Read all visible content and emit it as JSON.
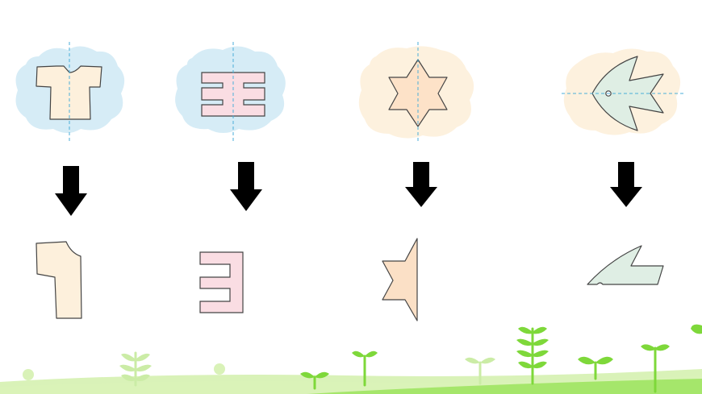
{
  "diagram": {
    "colors": {
      "cloud_blue": "#d6ecf6",
      "cloud_cream": "#fdf1de",
      "shirt_fill": "#fdf0dc",
      "comb_fill": "#fadde3",
      "star_fill": "#fde2c8",
      "star_half_fill": "#fbe0c6",
      "fish_fill": "#dfeee4",
      "outline": "#444444",
      "axis_line": "#4aaed8",
      "arrow": "#000000",
      "grass": "#8ee04a",
      "grass_light": "#d9f2b8",
      "sprout": "#7ed83a",
      "sprout_faded": "#cbeca6"
    },
    "panels": [
      {
        "shape_icon": "shirt-icon",
        "cloud_color": "cloud_blue",
        "half_icon": "half-shirt-icon",
        "symmetry_axis": "vertical"
      },
      {
        "shape_icon": "comb-pattern-icon",
        "cloud_color": "cloud_blue",
        "half_icon": "half-comb-pattern-icon",
        "symmetry_axis": "vertical"
      },
      {
        "shape_icon": "six-point-star-icon",
        "cloud_color": "cloud_cream",
        "half_icon": "half-star-icon",
        "symmetry_axis": "vertical"
      },
      {
        "shape_icon": "fish-icon",
        "cloud_color": "cloud_cream",
        "half_icon": "half-fish-icon",
        "symmetry_axis": "horizontal"
      }
    ],
    "arrow_icon": "down-arrow-icon",
    "decoration_icons": [
      "grass-strip",
      "sprout-icon",
      "fern-icon"
    ]
  }
}
